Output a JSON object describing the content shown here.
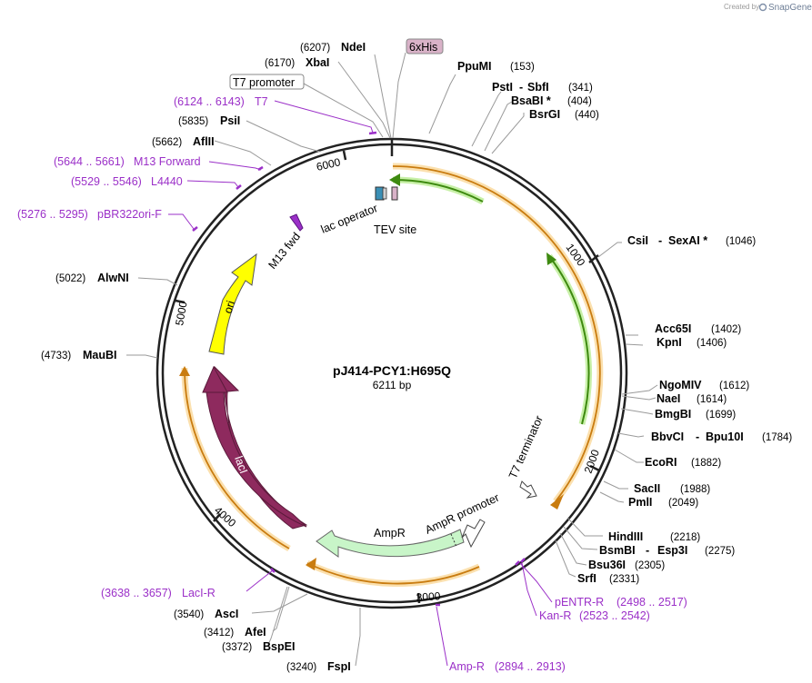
{
  "app": {
    "created_by": "Created by",
    "brand": "SnapGene"
  },
  "plasmid": {
    "name": "pJ414-PCY1:H695Q",
    "length": "6211 bp"
  },
  "enzymes": [
    {
      "pos": "(6207)",
      "name": "NdeI"
    },
    {
      "pos": "(6170)",
      "name": "XbaI"
    },
    {
      "pos": "(5835)",
      "name": "PsiI"
    },
    {
      "pos": "(5662)",
      "name": "AflII"
    },
    {
      "pos": "(5022)",
      "name": "AlwNI"
    },
    {
      "pos": "(4733)",
      "name": "MauBI"
    },
    {
      "pos": "(3540)",
      "name": "AscI"
    },
    {
      "pos": "(3412)",
      "name": "AfeI"
    },
    {
      "pos": "(3372)",
      "name": "BspEI"
    },
    {
      "pos": "(3240)",
      "name": "FspI"
    },
    {
      "name": "PpuMI",
      "pos": "(153)"
    },
    {
      "name": "PstI",
      "name2": "SbfI",
      "pos": "(341)"
    },
    {
      "name": "BsaBI *",
      "pos": "(404)"
    },
    {
      "name": "BsrGI",
      "pos": "(440)"
    },
    {
      "name": "CsiI",
      "name2": "SexAI *",
      "pos": "(1046)"
    },
    {
      "name": "Acc65I",
      "pos": "(1402)"
    },
    {
      "name": "KpnI",
      "pos": "(1406)"
    },
    {
      "name": "NgoMIV",
      "pos": "(1612)"
    },
    {
      "name": "NaeI",
      "pos": "(1614)"
    },
    {
      "name": "BmgBI",
      "pos": "(1699)"
    },
    {
      "name": "BbvCI",
      "name2": "Bpu10I",
      "pos": "(1784)"
    },
    {
      "name": "EcoRI",
      "pos": "(1882)"
    },
    {
      "name": "SacII",
      "pos": "(1988)"
    },
    {
      "name": "PmlI",
      "pos": "(2049)"
    },
    {
      "name": "HindIII",
      "pos": "(2218)"
    },
    {
      "name": "BsmBI",
      "name2": "Esp3I",
      "pos": "(2275)"
    },
    {
      "name": "Bsu36I",
      "pos": "(2305)"
    },
    {
      "name": "SrfI",
      "pos": "(2331)"
    }
  ],
  "primers": [
    {
      "range": "(6124 .. 6143)",
      "name": "T7"
    },
    {
      "range": "(5644 .. 5661)",
      "name": "M13 Forward"
    },
    {
      "range": "(5529 .. 5546)",
      "name": "L4440"
    },
    {
      "range": "(5276 .. 5295)",
      "name": "pBR322ori-F"
    },
    {
      "range": "(3638 .. 3657)",
      "name": "LacI-R"
    },
    {
      "name": "pENTR-R",
      "range": "(2498 .. 2517)"
    },
    {
      "name": "Kan-R",
      "range": "(2523 .. 2542)"
    },
    {
      "name": "Amp-R",
      "range": "(2894 .. 2913)"
    }
  ],
  "features": {
    "sixhis": "6xHis",
    "t7_promoter": "T7 promoter",
    "lac_operator": "lac operator",
    "tev_site": "TEV site",
    "m13_fwd": "M13 fwd",
    "ori": "ori",
    "laci": "lacI",
    "ampr": "AmpR",
    "ampr_promoter": "AmpR promoter",
    "t7_terminator": "T7 terminator"
  },
  "ticks": [
    "1000",
    "2000",
    "3000",
    "4000",
    "5000",
    "6000"
  ],
  "colors": {
    "backbone": "#222222",
    "orange_feature": "#f0a020",
    "green_feature": "#4c9a1c",
    "ori": "#ffff00",
    "laci": "#8e2a5e",
    "ampr": "#c8f5c8",
    "primer": "#9b30c8",
    "his_tag": "#d9b2c8",
    "lac_operator": "#3a8fb5"
  }
}
